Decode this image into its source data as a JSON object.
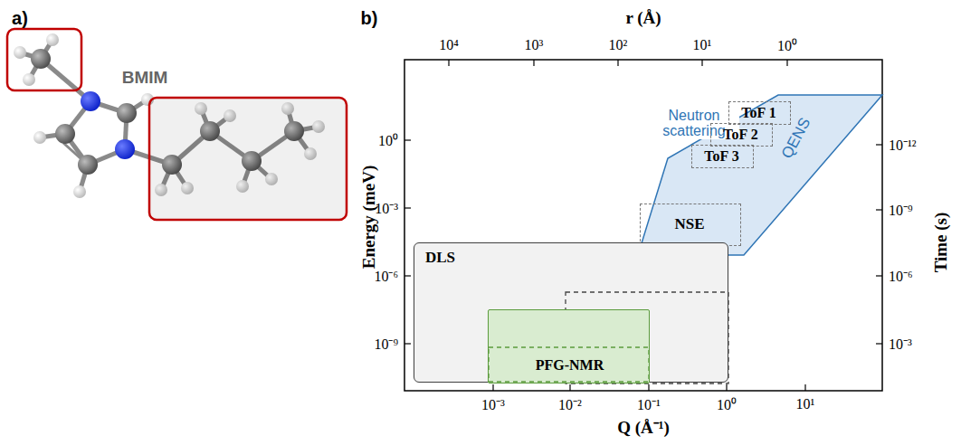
{
  "diagram": {
    "nodes": [
      {
        "text": [
          "Neutron scattering",
          "QENS"
        ]
      },
      {
        "text": [
          "ToF 1"
        ],
        "in": 0
      },
      {
        "text": [
          "ToF 2"
        ],
        "in": 0
      },
      {
        "text": [
          "ToF 3"
        ],
        "in": 0
      },
      {
        "text": [
          "NSE"
        ],
        "in": 0
      },
      {
        "text": [
          "DLS"
        ]
      },
      {
        "text": [
          "PFG-NMR"
        ],
        "in": 5
      }
    ],
    "labels": [
      "a)",
      "b)",
      "BMIM",
      "r (Å)",
      "10⁴",
      "10³",
      "10²",
      "10¹",
      "10⁰",
      "Energy (meV)",
      "10⁰",
      "10⁻³",
      "10⁻⁶",
      "10⁻⁹",
      "Time (s)",
      "10⁻¹²",
      "10⁻⁹",
      "10⁻⁶",
      "10⁻³",
      "Q (Å⁻¹)",
      "10⁻³",
      "10⁻²",
      "10⁻¹",
      "10⁰",
      "10¹"
    ]
  }
}
